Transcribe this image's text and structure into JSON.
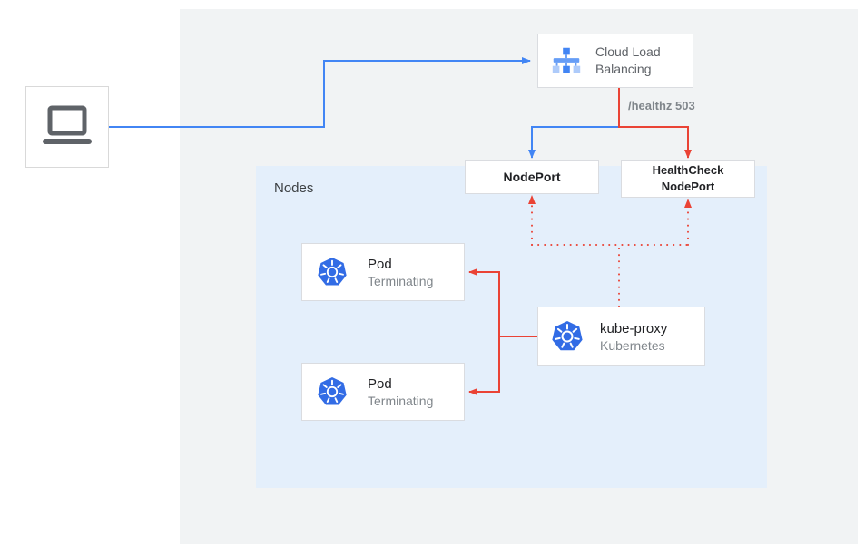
{
  "colors": {
    "traffic_blue": "#4285f4",
    "error_red": "#ea4335",
    "outer_panel_gray": "#f1f3f4",
    "nodes_panel_blue": "#e4effb",
    "box_border": "#dadce0",
    "text_primary": "#202124",
    "text_secondary": "#5f6368",
    "text_muted": "#80868b",
    "kubernetes_blue": "#326ce5"
  },
  "icons": {
    "client": "laptop-icon",
    "load_balancer": "cloud-load-balancing-icon",
    "pods_and_proxy": "kubernetes-icon"
  },
  "nodes": {
    "cloud_load_balancing": {
      "label_line1": "Cloud Load",
      "label_line2": "Balancing"
    },
    "nodeport": {
      "label": "NodePort"
    },
    "healthcheck_nodeport": {
      "label_line1": "HealthCheck",
      "label_line2": "NodePort"
    },
    "nodes_panel": {
      "label": "Nodes"
    },
    "pod_top": {
      "title": "Pod",
      "status": "Terminating"
    },
    "pod_bottom": {
      "title": "Pod",
      "status": "Terminating"
    },
    "kube_proxy": {
      "title": "kube-proxy",
      "subtitle": "Kubernetes"
    }
  },
  "edges": {
    "healthz_label": "/healthz 503"
  }
}
